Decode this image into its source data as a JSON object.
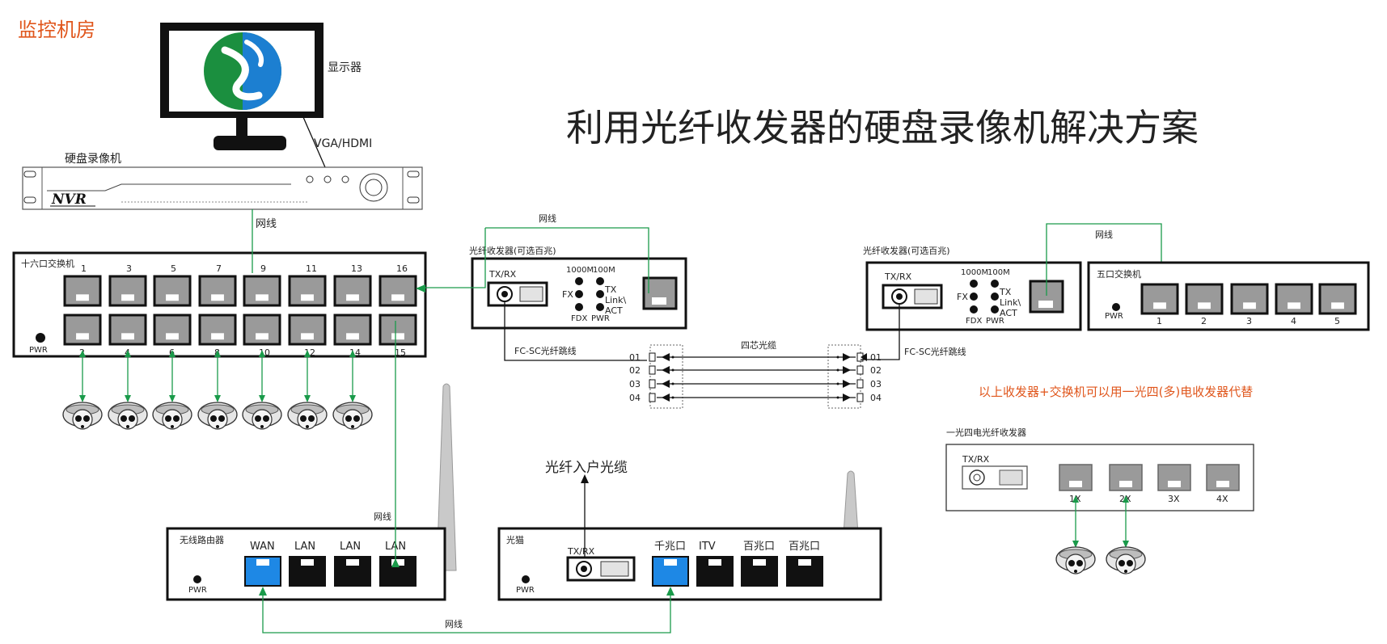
{
  "title": "利用光纤收发器的硬盘录像机解决方案",
  "room_label": "监控机房",
  "monitor": {
    "label": "显示器",
    "link_label": "VGA/HDMI"
  },
  "nvr": {
    "label": "硬盘录像机",
    "brand": "NVR"
  },
  "switch16": {
    "label": "十六口交换机",
    "top_ports": [
      "1",
      "3",
      "5",
      "7",
      "9",
      "11",
      "13",
      "16"
    ],
    "bottom_ports": [
      "2",
      "4",
      "6",
      "8",
      "10",
      "12",
      "14",
      "15"
    ],
    "pwr": "PWR",
    "nvr_link": "网线"
  },
  "transceiver_left": {
    "label": "光纤收发器(可选百兆)",
    "txrx": "TX/RX",
    "speed_1000": "1000M",
    "speed_100": "100M",
    "led_fx": "FX",
    "led_fdx": "FDX",
    "led_pwr": "PWR",
    "led_tx": "TX",
    "led_link": "Link\\",
    "led_act": "ACT",
    "top_link": "网线",
    "patch_label": "FC-SC光纤跳线"
  },
  "transceiver_right": {
    "label": "光纤收发器(可选百兆)",
    "txrx": "TX/RX",
    "speed_1000": "1000M",
    "speed_100": "100M",
    "led_fx": "FX",
    "led_fdx": "FDX",
    "led_pwr": "PWR",
    "led_tx": "TX",
    "led_link": "Link\\",
    "led_act": "ACT",
    "top_link": "网线",
    "patch_label": "FC-SC光纤跳线"
  },
  "fiber": {
    "label": "四芯光缆",
    "cores": [
      "01",
      "02",
      "03",
      "04"
    ]
  },
  "switch5": {
    "label": "五口交换机",
    "ports": [
      "1",
      "2",
      "3",
      "4",
      "5"
    ],
    "pwr": "PWR"
  },
  "note": "以上收发器+交换机可以用一光四(多)电收发器代替",
  "one_to_four": {
    "label": "一光四电光纤收发器",
    "txrx": "TX/RX",
    "ports": [
      "1X",
      "2X",
      "3X",
      "4X"
    ]
  },
  "router": {
    "label": "无线路由器",
    "ports": [
      "WAN",
      "LAN",
      "LAN",
      "LAN"
    ],
    "pwr": "PWR",
    "uplink": "网线"
  },
  "modem": {
    "label": "光猫",
    "txrx": "TX/RX",
    "ports": [
      "千兆口",
      "ITV",
      "百兆口",
      "百兆口"
    ],
    "pwr": "PWR"
  },
  "incoming_label": "光纤入户光缆",
  "bottom_link": "网线",
  "colors": {
    "accent": "#e0561c",
    "link": "#1a9a4a",
    "wan": "#1e88e5"
  }
}
